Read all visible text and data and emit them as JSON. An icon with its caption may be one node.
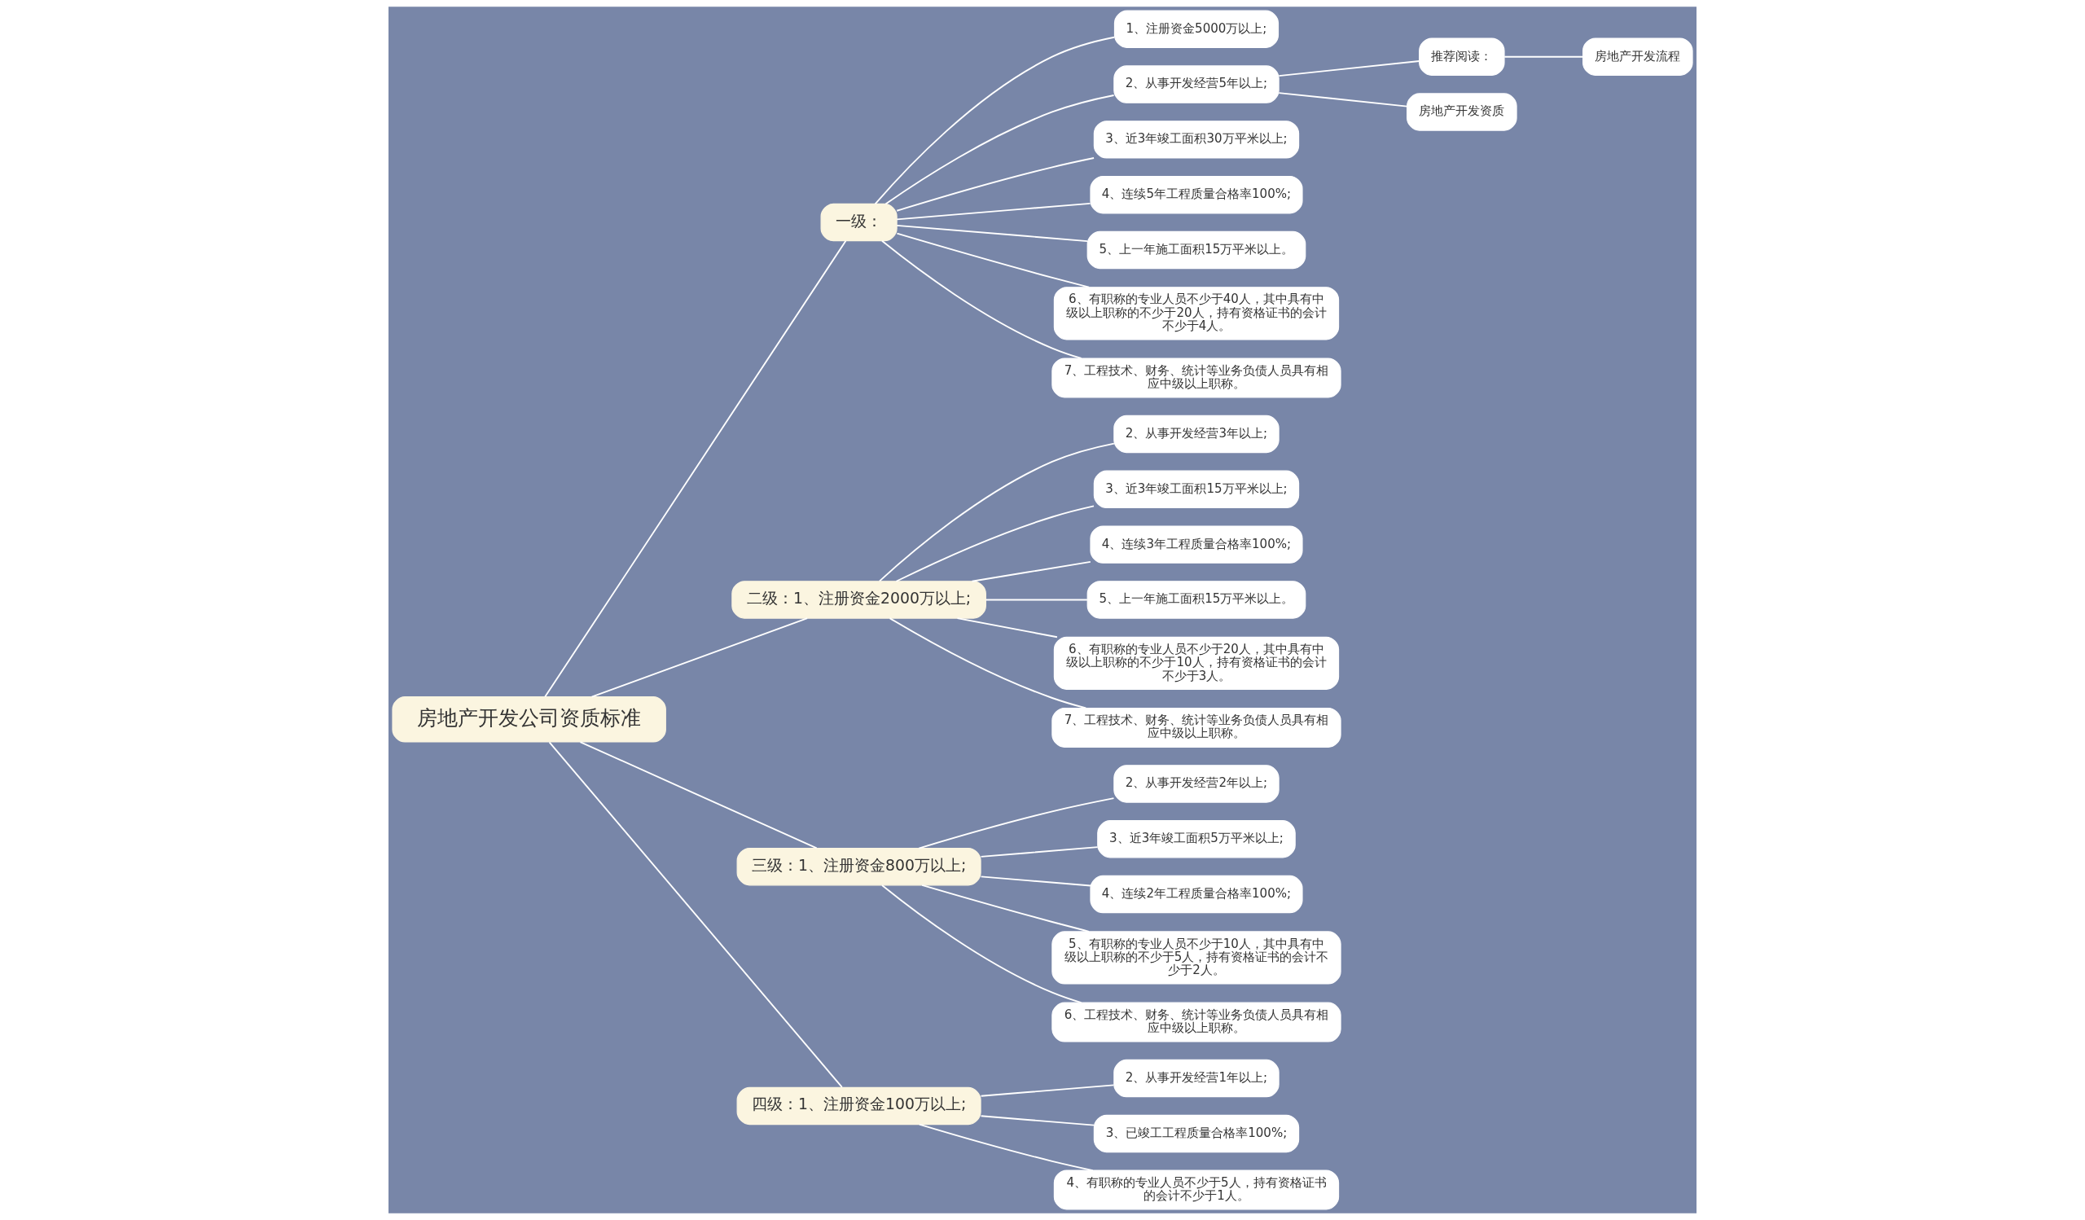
{
  "diagram": {
    "nodes": [
      {
        "text": [
          "房地产开发公司资质标准"
        ]
      },
      {
        "text": [
          "一级："
        ]
      },
      {
        "text": [
          "1、注册资金5000万以上;"
        ]
      },
      {
        "text": [
          "2、从事开发经营5年以上;"
        ]
      },
      {
        "text": [
          "推荐阅读："
        ]
      },
      {
        "text": [
          "房地产开发流程"
        ]
      },
      {
        "text": [
          "房地产开发资质"
        ]
      },
      {
        "text": [
          "3、近3年竣工面积30万平米以上;"
        ]
      },
      {
        "text": [
          "4、连续5年工程质量合格率100%;"
        ]
      },
      {
        "text": [
          "5、上一年施工面积15万平米以上。"
        ]
      },
      {
        "text": [
          "6、有职称的专业人员不少于40人，其中具有中级以上职称的不少于20人，持有资格证书的会计不少于4人。"
        ]
      },
      {
        "text": [
          "7、工程技术、财务、统计等业务负债人员具有相应中级以上职称。"
        ]
      },
      {
        "text": [
          "二级：1、注册资金2000万以上;"
        ]
      },
      {
        "text": [
          "2、从事开发经营3年以上;"
        ]
      },
      {
        "text": [
          "3、近3年竣工面积15万平米以上;"
        ]
      },
      {
        "text": [
          "4、连续3年工程质量合格率100%;"
        ]
      },
      {
        "text": [
          "5、上一年施工面积15万平米以上。"
        ]
      },
      {
        "text": [
          "6、有职称的专业人员不少于20人，其中具有中级以上职称的不少于10人，持有资格证书的会计不少于3人。"
        ]
      },
      {
        "text": [
          "7、工程技术、财务、统计等业务负债人员具有相应中级以上职称。"
        ]
      },
      {
        "text": [
          "三级：1、注册资金800万以上;"
        ]
      },
      {
        "text": [
          "2、从事开发经营2年以上;"
        ]
      },
      {
        "text": [
          "3、近3年竣工面积5万平米以上;"
        ]
      },
      {
        "text": [
          "4、连续2年工程质量合格率100%;"
        ]
      },
      {
        "text": [
          "5、有职称的专业人员不少于10人，其中具有中级以上职称的不少于5人，持有资格证书的会计不少于2人。"
        ]
      },
      {
        "text": [
          "6、工程技术、财务、统计等业务负债人员具有相应中级以上职称。"
        ]
      },
      {
        "text": [
          "四级：1、注册资金100万以上;"
        ]
      },
      {
        "text": [
          "2、从事开发经营1年以上;"
        ]
      },
      {
        "text": [
          "3、已竣工工程质量合格率100%;"
        ]
      },
      {
        "text": [
          "4、有职称的专业人员不少于5人，持有资格证书的会计不少于1人。"
        ]
      }
    ],
    "edges": [
      {
        "from": 0,
        "to": 1,
        "arrow": "none"
      },
      {
        "from": 1,
        "to": 2,
        "arrow": "none"
      },
      {
        "from": 1,
        "to": 3,
        "arrow": "none"
      },
      {
        "from": 3,
        "to": 4,
        "arrow": "none"
      },
      {
        "from": 4,
        "to": 5,
        "arrow": "none"
      },
      {
        "from": 3,
        "to": 6,
        "arrow": "none"
      },
      {
        "from": 1,
        "to": 7,
        "arrow": "none"
      },
      {
        "from": 1,
        "to": 8,
        "arrow": "none"
      },
      {
        "from": 1,
        "to": 9,
        "arrow": "none"
      },
      {
        "from": 1,
        "to": 10,
        "arrow": "none"
      },
      {
        "from": 1,
        "to": 11,
        "arrow": "none"
      },
      {
        "from": 0,
        "to": 12,
        "arrow": "none"
      },
      {
        "from": 12,
        "to": 13,
        "arrow": "none"
      },
      {
        "from": 12,
        "to": 14,
        "arrow": "none"
      },
      {
        "from": 12,
        "to": 15,
        "arrow": "none"
      },
      {
        "from": 12,
        "to": 16,
        "arrow": "none"
      },
      {
        "from": 12,
        "to": 17,
        "arrow": "none"
      },
      {
        "from": 12,
        "to": 18,
        "arrow": "none"
      },
      {
        "from": 0,
        "to": 19,
        "arrow": "none"
      },
      {
        "from": 19,
        "to": 20,
        "arrow": "none"
      },
      {
        "from": 19,
        "to": 21,
        "arrow": "none"
      },
      {
        "from": 19,
        "to": 22,
        "arrow": "none"
      },
      {
        "from": 19,
        "to": 23,
        "arrow": "none"
      },
      {
        "from": 19,
        "to": 24,
        "arrow": "none"
      },
      {
        "from": 0,
        "to": 25,
        "arrow": "none"
      },
      {
        "from": 25,
        "to": 26,
        "arrow": "none"
      },
      {
        "from": 25,
        "to": 27,
        "arrow": "none"
      },
      {
        "from": 25,
        "to": 28,
        "arrow": "none"
      }
    ]
  }
}
